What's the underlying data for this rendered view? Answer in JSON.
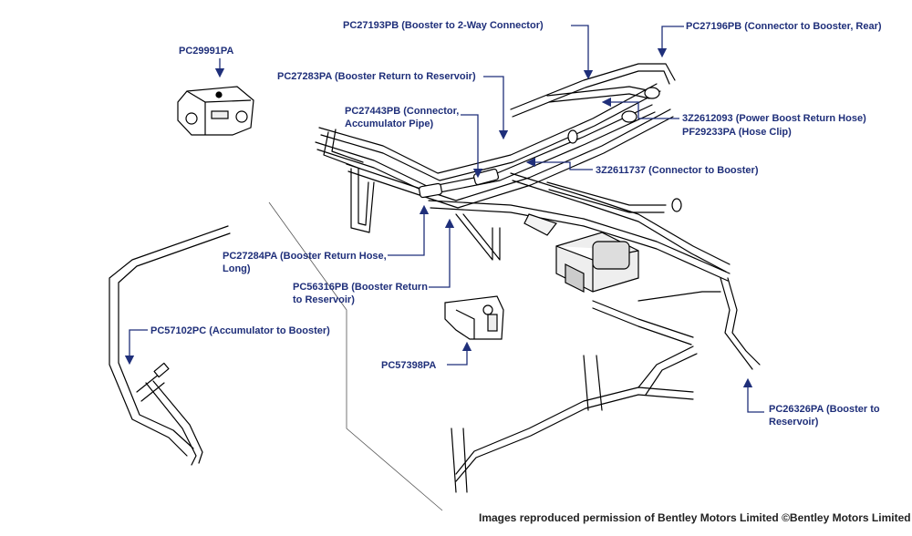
{
  "accent_color": "#1f2f7a",
  "labels": {
    "pc29991pa": "PC29991PA",
    "pc27193pb": "PC27193PB (Booster to 2-Way Connector)",
    "pc27196pb": "PC27196PB (Connector to Booster, Rear)",
    "pc27283pa": "PC27283PA (Booster Return to Reservoir)",
    "pc27443pb_l1": "PC27443PB (Connector,",
    "pc27443pb_l2": "Accumulator Pipe)",
    "z3z2612093": "3Z2612093 (Power Boost Return Hose)",
    "pf29233pa": "PF29233PA (Hose Clip)",
    "z3z2611737": "3Z2611737 (Connector to Booster)",
    "pc27284pa_l1": "PC27284PA (Booster Return Hose,",
    "pc27284pa_l2": "Long)",
    "pc56316pb_l1": "PC56316PB (Booster Return",
    "pc56316pb_l2": "to Reservoir)",
    "pc57102pc": "PC57102PC (Accumulator to Booster)",
    "pc57398pa": "PC57398PA",
    "pc26326pa_l1": "PC26326PA (Booster to",
    "pc26326pa_l2": "Reservoir)"
  },
  "credit": "Images reproduced permission of Bentley Motors Limited ©Bentley Motors Limited"
}
